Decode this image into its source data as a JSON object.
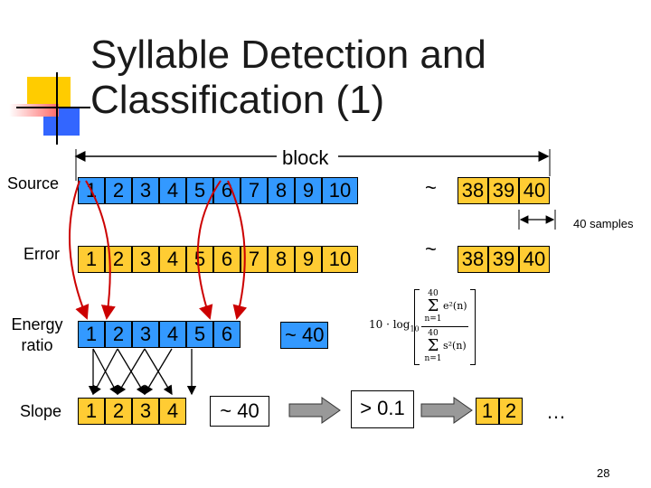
{
  "title": {
    "line1": "Syllable Detection and",
    "line2": "Classification (1)"
  },
  "block_label": "block",
  "samples_label": "40 samples",
  "rows": {
    "source": {
      "label": "Source",
      "cells": [
        "1",
        "2",
        "3",
        "4",
        "5",
        "6",
        "7",
        "8",
        "9",
        "10"
      ],
      "tilde": "~",
      "tail": [
        "38",
        "39",
        "40"
      ]
    },
    "error": {
      "label": "Error",
      "cells": [
        "1",
        "2",
        "3",
        "4",
        "5",
        "6",
        "7",
        "8",
        "9",
        "10"
      ],
      "tilde": "~",
      "tail": [
        "38",
        "39",
        "40"
      ]
    },
    "energy": {
      "label_line1": "Energy",
      "label_line2": "ratio",
      "cells": [
        "1",
        "2",
        "3",
        "4",
        "5",
        "6"
      ],
      "tilde_value": "~ 40"
    },
    "slope": {
      "label": "Slope",
      "cells": [
        "1",
        "2",
        "3",
        "4"
      ],
      "tilde_value": "~ 40",
      "threshold": "> 0.1",
      "result_cells": [
        "1",
        "2"
      ],
      "ellipsis": "…"
    }
  },
  "formula": {
    "prefix": "10 · log",
    "base": "10",
    "top_sum_upper": "40",
    "top_sum_lower": "n=1",
    "top_term": "e²(n)",
    "bottom_sum_upper": "40",
    "bottom_sum_lower": "n=1",
    "bottom_term": "s²(n)"
  },
  "page_number": "28",
  "colors": {
    "orange": "#ffcc33",
    "blue": "#3399ff",
    "arrow_red": "#cc0000",
    "deco_yellow": "#ffcc00",
    "deco_blue": "#3366ff",
    "deco_red": "#ff6666"
  }
}
